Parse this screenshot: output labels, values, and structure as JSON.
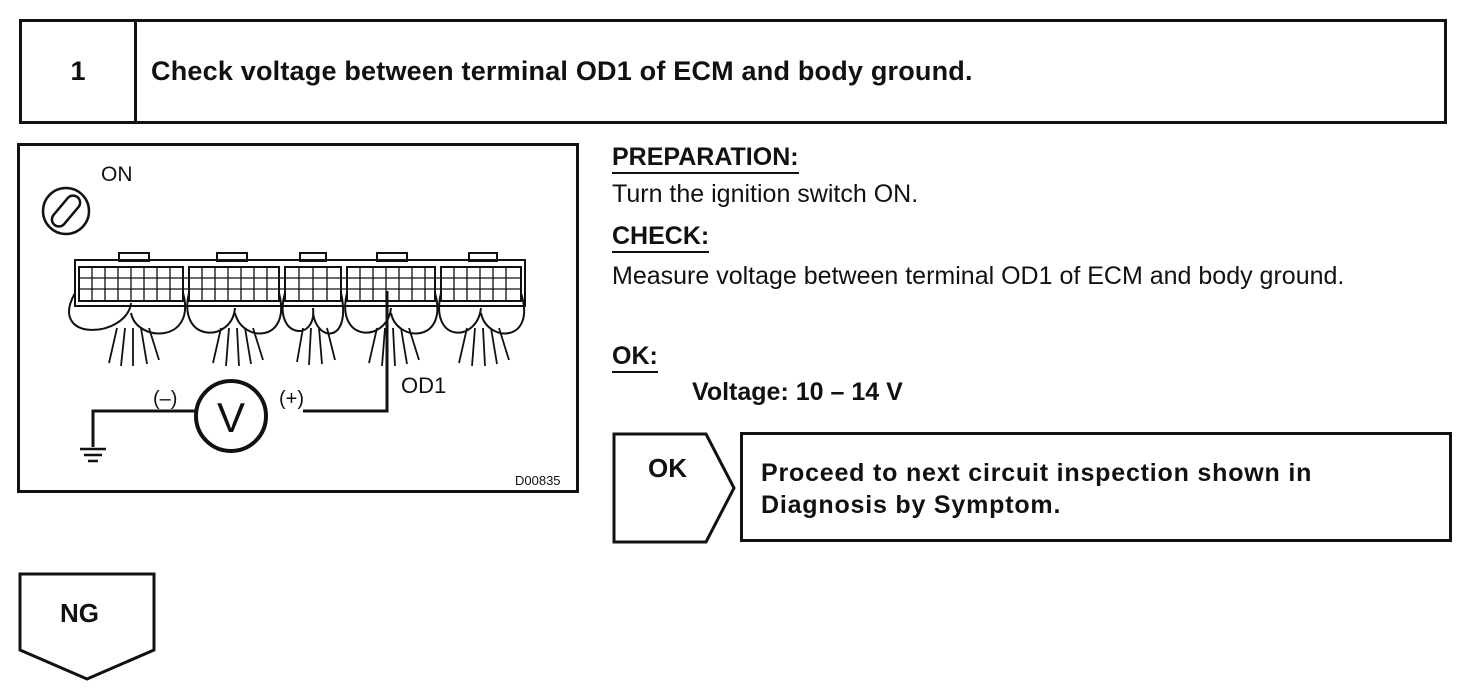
{
  "step": {
    "number": "1",
    "title": "Check voltage between terminal OD1 of ECM and body ground."
  },
  "diagram": {
    "ignition_label": "ON",
    "terminal_label": "OD1",
    "meter_symbol": "V",
    "neg_label": "(–)",
    "pos_label": "(+)",
    "figure_code": "D00835"
  },
  "preparation": {
    "heading": "PREPARATION:",
    "text": "Turn the ignition switch ON."
  },
  "check": {
    "heading": "CHECK:",
    "text": "Measure voltage between terminal OD1 of ECM and body ground."
  },
  "ok_spec": {
    "heading": "OK:",
    "text": "Voltage: 10 – 14 V"
  },
  "ok_result": {
    "label": "OK",
    "text": "Proceed to next circuit inspection shown in Diagnosis by Symptom."
  },
  "ng_result": {
    "label": "NG"
  }
}
